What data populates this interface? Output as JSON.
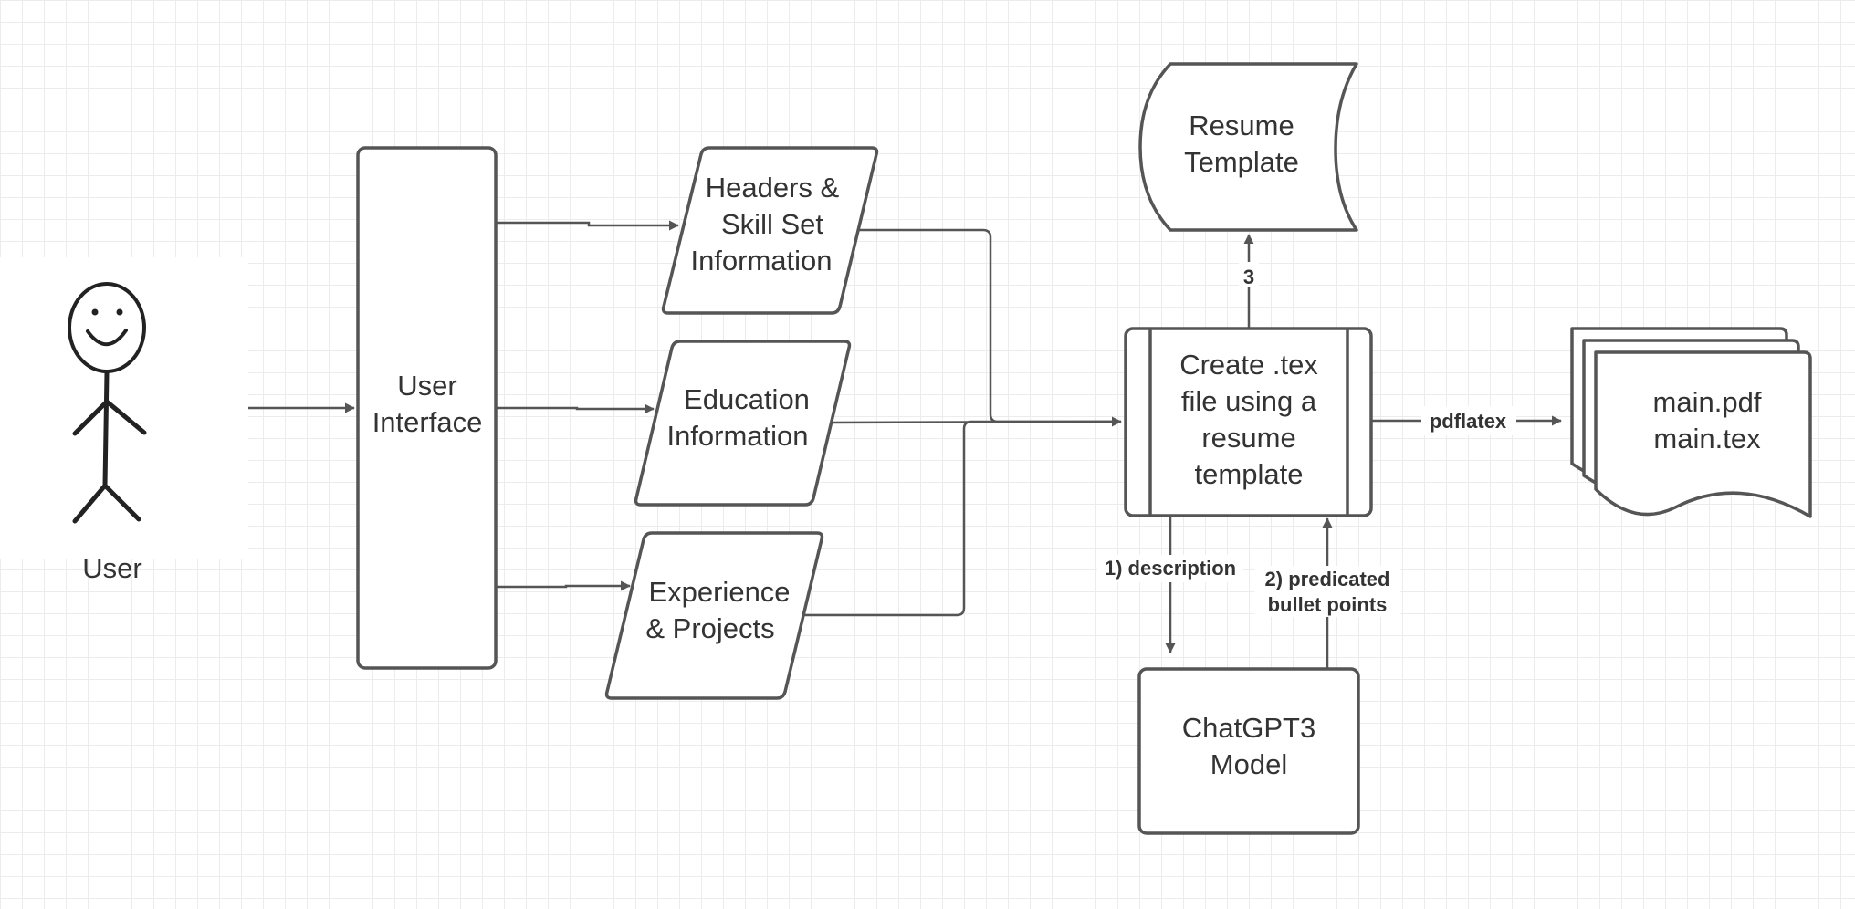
{
  "user": {
    "label": "User"
  },
  "nodes": {
    "ui": {
      "lines": [
        "User",
        "Interface"
      ]
    },
    "headers": {
      "lines": [
        "Headers &",
        "Skill Set",
        "Information"
      ]
    },
    "education": {
      "lines": [
        "Education",
        "Information"
      ]
    },
    "experience": {
      "lines": [
        "Experience",
        "& Projects"
      ]
    },
    "template": {
      "lines": [
        "Resume",
        "Template"
      ]
    },
    "create": {
      "lines": [
        "Create .tex",
        "file using a",
        "resume",
        "template"
      ]
    },
    "chatgpt": {
      "lines": [
        "ChatGPT3",
        "Model"
      ]
    },
    "output": {
      "lines": [
        "main.pdf",
        "main.tex"
      ]
    }
  },
  "edges": {
    "step3": "3",
    "pdflatex": "pdflatex",
    "description": "1) description",
    "bullets": [
      "2) predicated",
      "bullet points"
    ]
  }
}
